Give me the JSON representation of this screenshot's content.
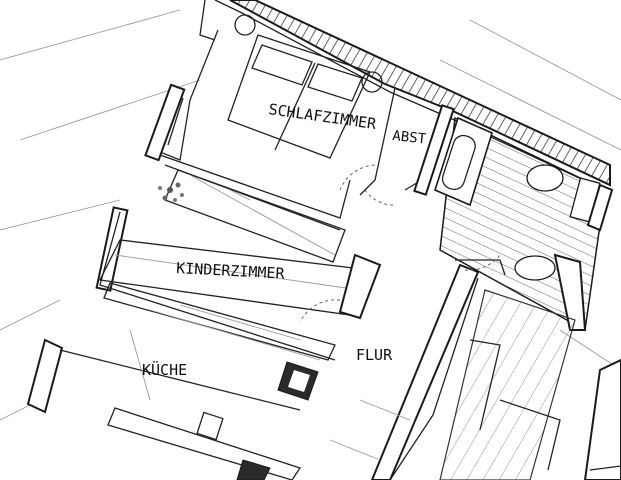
{
  "rooms": {
    "schlafzimmer": "SCHLAFZIMMER",
    "abst": "ABST",
    "kinderzimmer": "KINDERZIMMER",
    "kueche": "KÜCHE",
    "flur": "FLUR"
  },
  "colors": {
    "ink": "#1a1a1a",
    "paper": "#ffffff",
    "hatch": "#b5b5b5"
  }
}
